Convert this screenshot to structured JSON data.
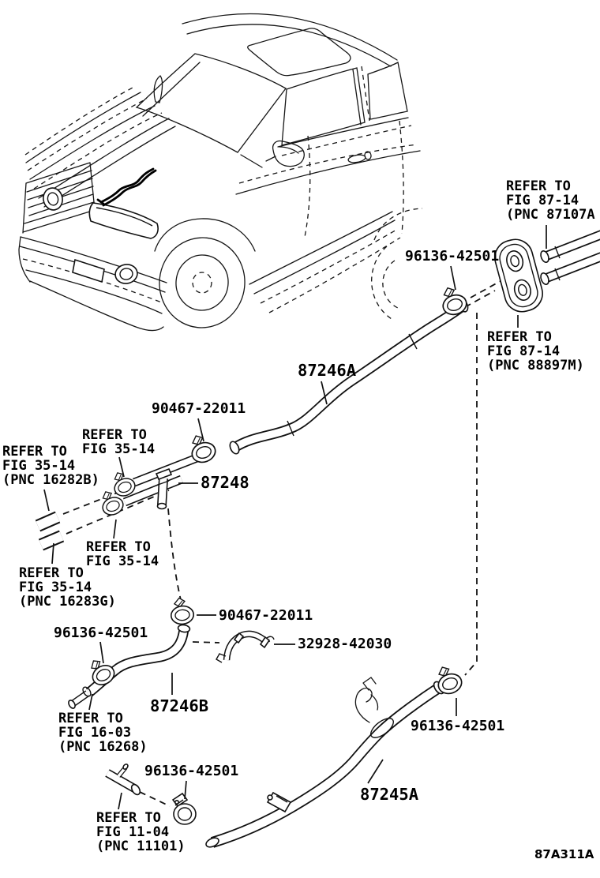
{
  "figure": {
    "code": "87A311A"
  },
  "part_labels": {
    "hose_87246a": "87246A",
    "hose_87246b": "87246B",
    "hose_87245a": "87245A",
    "joint_87248": "87248",
    "clip_96136_top": "96136-42501",
    "clip_96136_mid": "96136-42501",
    "clip_96136_bottom_left": "96136-42501",
    "clip_96136_right": "96136-42501",
    "clamp_90467_upper": "90467-22011",
    "clamp_90467_lower": "90467-22011",
    "clip_32928": "32928-42030"
  },
  "reference_labels": {
    "fig_87_14_87107a": {
      "lines": [
        "REFER TO",
        "FIG 87-14",
        "(PNC 87107A"
      ]
    },
    "fig_87_14_88897m": {
      "lines": [
        "REFER TO",
        "FIG 87-14",
        "(PNC 88897M)"
      ]
    },
    "fig_35_14_upper": {
      "lines": [
        "REFER TO",
        "FIG 35-14"
      ]
    },
    "fig_35_14_16282b": {
      "lines": [
        "REFER TO",
        "FIG 35-14",
        "(PNC 16282B)"
      ]
    },
    "fig_35_14_lower": {
      "lines": [
        "REFER TO",
        "FIG 35-14"
      ]
    },
    "fig_35_14_16283g": {
      "lines": [
        "REFER TO",
        "FIG 35-14",
        "(PNC 16283G)"
      ]
    },
    "fig_16_03_16268": {
      "lines": [
        "REFER TO",
        "FIG 16-03",
        "(PNC 16268)"
      ]
    },
    "fig_11_04_11101": {
      "lines": [
        "REFER TO",
        "FIG 11-04",
        "(PNC 11101)"
      ]
    }
  }
}
